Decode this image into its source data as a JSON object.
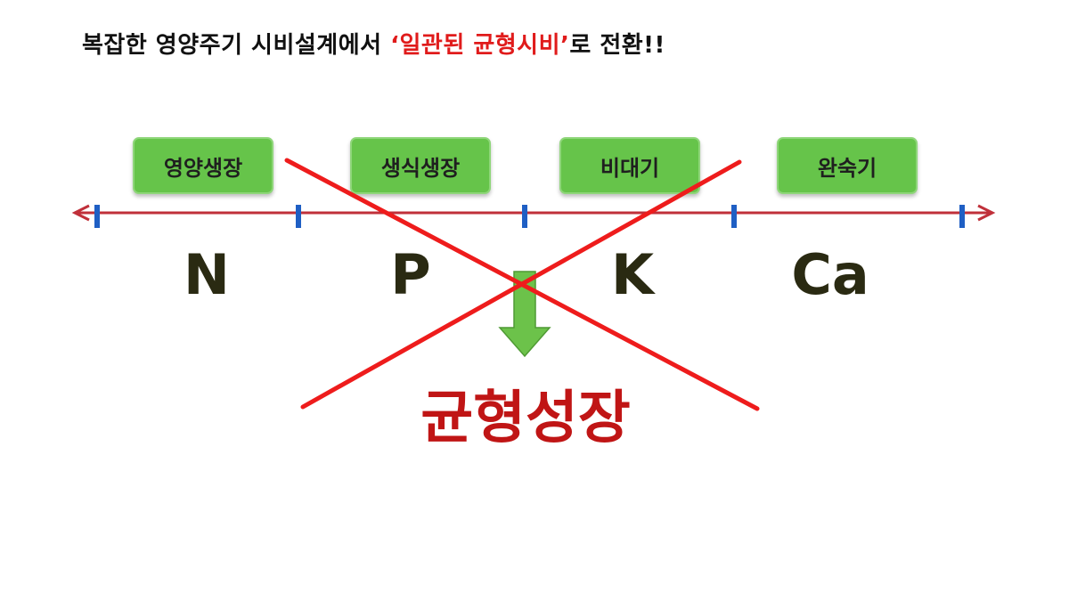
{
  "headline": {
    "prefix": "복잡한 영양주기 시비설계에서 ",
    "highlight": "‘일관된 균형시비’",
    "suffix": "로 전환!!"
  },
  "stages": [
    {
      "label": "영양생장"
    },
    {
      "label": "생식생장"
    },
    {
      "label": "비대기"
    },
    {
      "label": "완숙기"
    }
  ],
  "nutrients": [
    {
      "symbol": "N"
    },
    {
      "symbol": "P"
    },
    {
      "symbol": "K"
    },
    {
      "symbol": "Ca"
    }
  ],
  "result": {
    "label": "균형성장"
  },
  "colors": {
    "stage_box": "#66c44a",
    "timeline": "#c0303a",
    "tick": "#1f5fc4",
    "cross": "#ee1c1c",
    "arrow": "#6cc24a",
    "headline_highlight": "#e01b1b",
    "result": "#c01515"
  }
}
